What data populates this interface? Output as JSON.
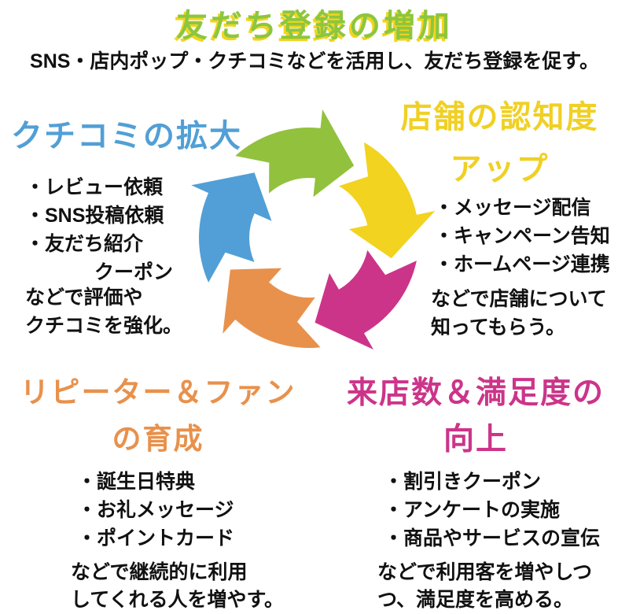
{
  "title": {
    "text": "友だち登録の増加"
  },
  "subtitle": {
    "text": "SNS・店内ポップ・クチコミなどを活用し、友だち登録を促す。"
  },
  "colors": {
    "green": "#8cc63f",
    "yellow": "#f0d024",
    "magenta": "#cc3489",
    "orange": "#e8914c",
    "blue": "#519fd6",
    "text": "#111111",
    "title_shadow": "#f1d51e"
  },
  "cycle": {
    "arrows": [
      {
        "name": "top-green",
        "color": "#92c13e"
      },
      {
        "name": "right-yellow",
        "color": "#f2d31f"
      },
      {
        "name": "bottom-right-magenta",
        "color": "#cc3489"
      },
      {
        "name": "bottom-left-orange",
        "color": "#e8914c"
      },
      {
        "name": "left-blue",
        "color": "#519fd6"
      }
    ]
  },
  "sections": {
    "kuchikomi": {
      "heading": "クチコミの拡大",
      "bullets": [
        "・レビュー依頼",
        "・SNS投稿依頼",
        "・友だち紹介"
      ],
      "bullet_indent": "クーポン",
      "summary": "などで評価や\nクチコミを強化。"
    },
    "ninchido": {
      "heading_line1": "店舗の認知度",
      "heading_line2": "アップ",
      "bullets": [
        "・メッセージ配信",
        "・キャンペーン告知",
        "・ホームページ連携"
      ],
      "summary": "などで店舗について\n知ってもらう。"
    },
    "repeater": {
      "heading_line1": "リピーター＆ファン",
      "heading_line2": "の育成",
      "bullets": [
        "・誕生日特典",
        "・お礼メッセージ",
        "・ポイントカード"
      ],
      "summary": "などで継続的に利用\nしてくれる人を増やす。"
    },
    "raiten": {
      "heading_line1": "来店数＆満足度の",
      "heading_line2": "向上",
      "bullets": [
        "・割引きクーポン",
        "・アンケートの実施",
        "・商品やサービスの宣伝"
      ],
      "summary": "などで利用客を増やしつ\nつ、満足度を高める。"
    }
  }
}
